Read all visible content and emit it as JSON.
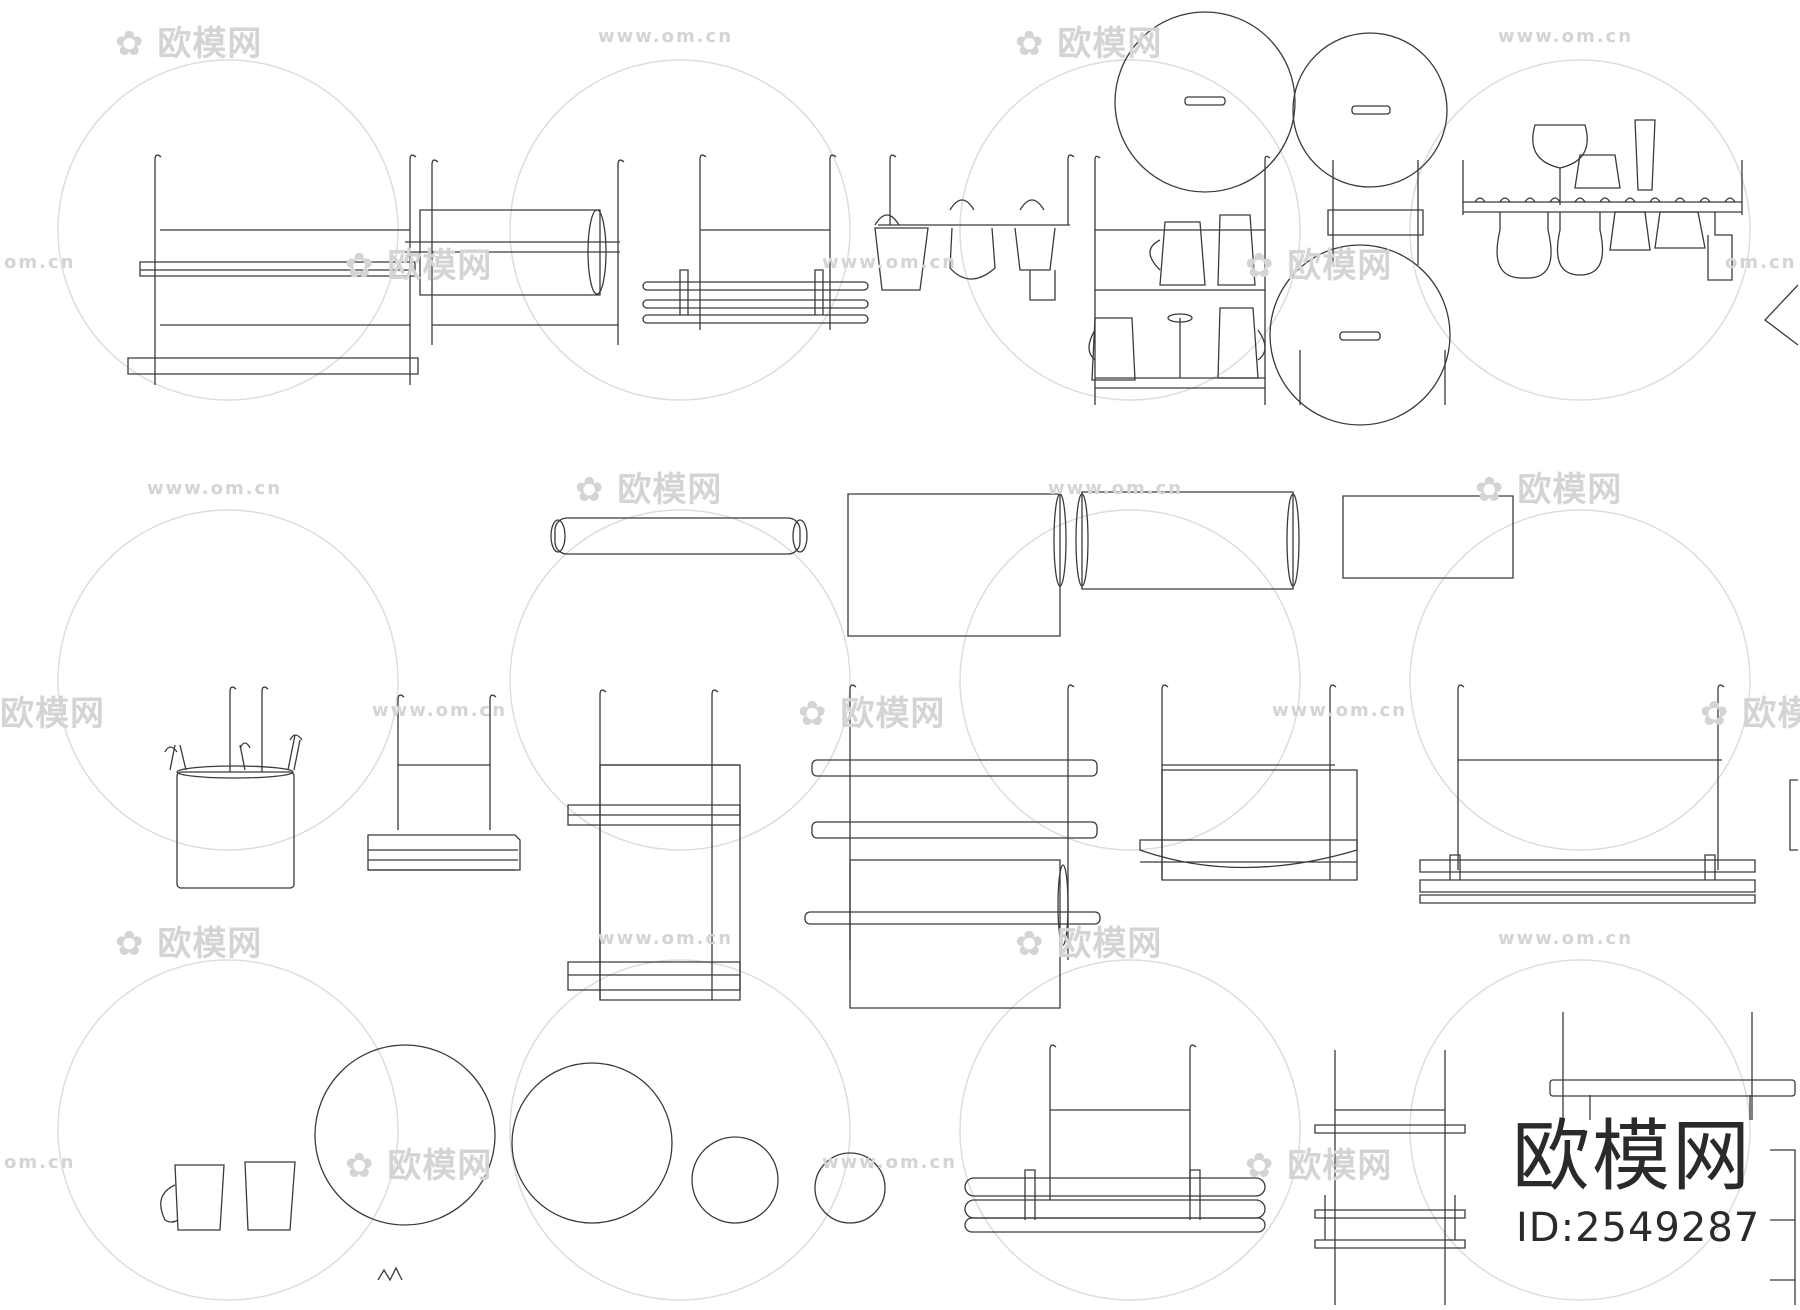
{
  "watermark": {
    "logo_text": "欧模网",
    "url_text": "www.om.cn",
    "url_short": "om.cn",
    "partial_logo": "欧模网"
  },
  "brand": {
    "name": "欧模网",
    "id_label": "ID:2549287"
  },
  "colors": {
    "background": "#ffffff",
    "line": "#3a3a3a",
    "watermark": "#d4d4d4",
    "brand": "#2a2a2a"
  }
}
